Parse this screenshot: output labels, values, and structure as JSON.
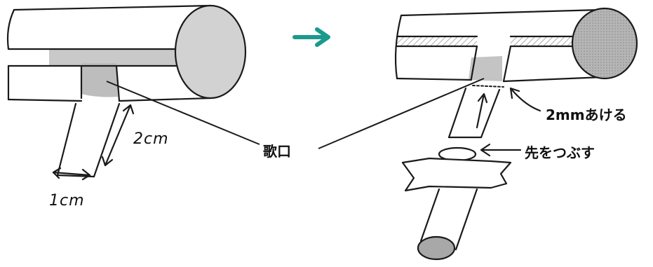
{
  "labels": {
    "utaguchi": "歌口",
    "gap": "2mmあける",
    "crush": "先をつぶす",
    "len_2cm": "2cm",
    "len_1cm": "1cm"
  },
  "colors": {
    "arrow": "#1a9a8c",
    "line": "#1a1a1a",
    "shade": "#c9c9c9",
    "dark_shade": "#8c8c8c"
  }
}
